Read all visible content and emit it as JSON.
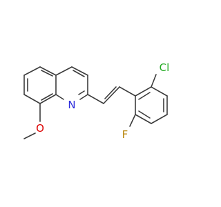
{
  "molecule": {
    "atoms": {
      "nitrogen": {
        "symbol": "N",
        "color": "#2b2bdc"
      },
      "oxygen": {
        "symbol": "O",
        "color": "#dd0000"
      },
      "chlorine": {
        "symbol": "Cl",
        "color": "#22aa22"
      },
      "fluorine": {
        "symbol": "F",
        "color": "#b8860b"
      }
    },
    "bond_color": "#3b3b3b",
    "background": "#ffffff"
  }
}
